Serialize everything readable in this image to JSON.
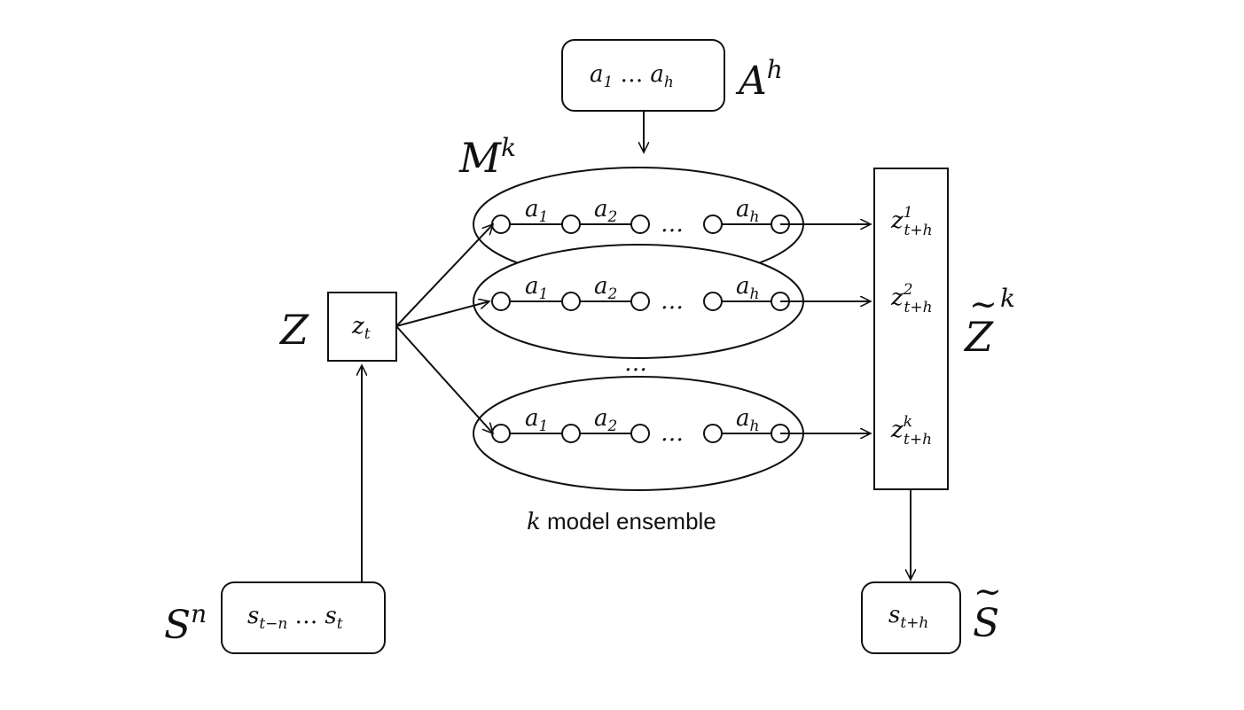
{
  "actions_box": {
    "content": {
      "a": "a",
      "sub1": "1",
      "dots": "…",
      "a2": "a",
      "subh": "h"
    },
    "label": {
      "base": "A",
      "sup": "h"
    }
  },
  "model_label": {
    "base": "M",
    "sup": "k"
  },
  "ensemble_rows": [
    {
      "labels": [
        {
          "b": "a",
          "s": "1"
        },
        {
          "b": "a",
          "s": "2"
        },
        {
          "b": "…",
          "s": ""
        },
        {
          "b": "a",
          "s": "h"
        }
      ]
    },
    {
      "labels": [
        {
          "b": "a",
          "s": "1"
        },
        {
          "b": "a",
          "s": "2"
        },
        {
          "b": "…",
          "s": ""
        },
        {
          "b": "a",
          "s": "h"
        }
      ]
    },
    {
      "labels": [
        {
          "b": "a",
          "s": "1"
        },
        {
          "b": "a",
          "s": "2"
        },
        {
          "b": "…",
          "s": ""
        },
        {
          "b": "a",
          "s": "h"
        }
      ]
    }
  ],
  "vertical_dots": "…",
  "ensemble_caption": {
    "k": "k",
    "text": " model ensemble"
  },
  "latent_box": {
    "base": "z",
    "sub": "t",
    "label": "Z"
  },
  "predicted_latents": {
    "entries": [
      {
        "base": "z",
        "sup": "1",
        "sub": "t+h"
      },
      {
        "base": "z",
        "sup": "2",
        "sub": "t+h"
      },
      {
        "base": "z",
        "sup": "k",
        "sub": "t+h"
      }
    ],
    "label": {
      "base": "Z",
      "sup": "k",
      "tilde": "~"
    }
  },
  "state_history": {
    "content": {
      "s1": "s",
      "sub1": "t−n",
      "dots": "…",
      "s2": "s",
      "sub2": "t"
    },
    "label": {
      "base": "S",
      "sup": "n"
    }
  },
  "predicted_state": {
    "content": {
      "base": "s",
      "sub": "t+h"
    },
    "label": {
      "base": "S",
      "tilde": "~"
    }
  }
}
